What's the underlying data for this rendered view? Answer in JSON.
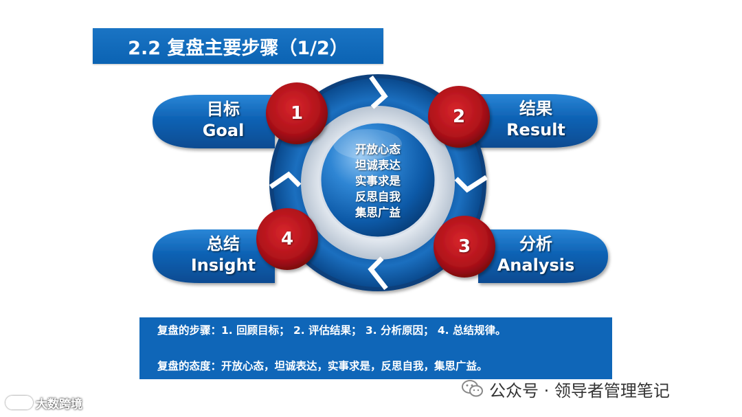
{
  "title": "2.2 复盘主要步骤（1/2）",
  "center": {
    "lines": [
      "开放心态",
      "坦诚表达",
      "实事求是",
      "反思自我",
      "集思广益"
    ]
  },
  "steps": [
    {
      "number": "1",
      "zh": "目标",
      "en": "Goal"
    },
    {
      "number": "2",
      "zh": "结果",
      "en": "Result"
    },
    {
      "number": "3",
      "zh": "分析",
      "en": "Analysis"
    },
    {
      "number": "4",
      "zh": "总结",
      "en": "Insight"
    }
  ],
  "summary": {
    "line1": "复盘的步骤：1. 回顾目标；  2. 评估结果；  3. 分析原因；  4. 总结规律。",
    "line2": "复盘的态度：开放心态，坦诚表达，实事求是，反思自我，集思广益。"
  },
  "watermark_left": "大数跨境",
  "watermark_right": "公众号 · 领导者管理笔记",
  "colors": {
    "blue_dark": "#0a4f96",
    "blue": "#1268b8",
    "blue_light": "#4d9be0",
    "red": "#b4141a",
    "red_dark": "#7d0a0e"
  }
}
